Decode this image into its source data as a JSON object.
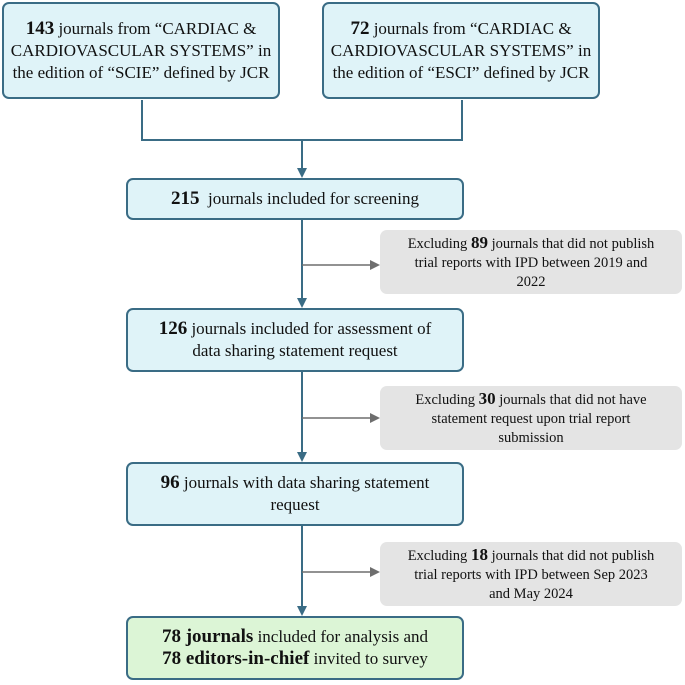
{
  "boxes": {
    "scie": {
      "count": "143",
      "text_a": " journals from “CARDIAC &",
      "text_b": "CARDIOVASCULAR SYSTEMS” in",
      "text_c": "the edition of “SCIE” defined by JCR"
    },
    "esci": {
      "count": "72",
      "text_a": " journals from “CARDIAC &",
      "text_b": "CARDIOVASCULAR SYSTEMS” in",
      "text_c": "the edition of “ESCI” defined by JCR"
    },
    "screening": {
      "count": "215",
      "text": "  journals included for screening"
    },
    "exclude_89": {
      "pre": "Excluding ",
      "count": "89",
      "text_a": " journals that did not publish",
      "text_b": "trial reports with IPD between 2019 and",
      "text_c": "2022"
    },
    "assessment": {
      "count": "126",
      "text_a": " journals included for assessment of",
      "text_b": "data sharing statement request"
    },
    "exclude_30": {
      "pre": "Excluding ",
      "count": "30",
      "text_a": " journals that did not have",
      "text_b": "statement request upon trial report",
      "text_c": "submission"
    },
    "request": {
      "count": "96",
      "text_a": " journals with data sharing statement",
      "text_b": "request"
    },
    "exclude_18": {
      "pre": "Excluding ",
      "count": "18",
      "text_a": " journals that did not publish",
      "text_b": "trial reports with IPD between Sep 2023",
      "text_c": "and May 2024"
    },
    "final": {
      "bold_a": "78 journals",
      "text_a": " included for analysis and",
      "bold_b": "78 editors-in-chief",
      "text_b": " invited to survey"
    }
  },
  "colors": {
    "main_fill": "#dff3f8",
    "final_fill": "#dcf5d6",
    "side_fill": "#e4e4e4",
    "connector": "#3a6c85",
    "side_arrow": "#6e6e6e"
  }
}
